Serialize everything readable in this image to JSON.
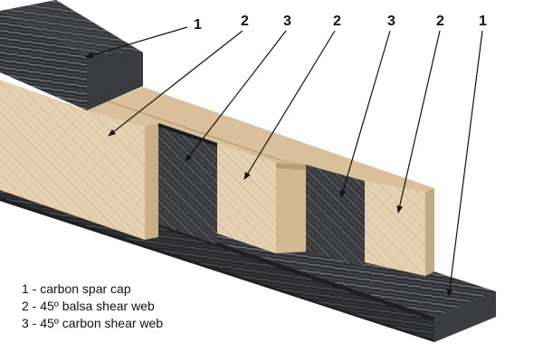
{
  "callouts": [
    {
      "id": "c1",
      "label": "1"
    },
    {
      "id": "c2",
      "label": "2"
    },
    {
      "id": "c3",
      "label": "3"
    },
    {
      "id": "c4",
      "label": "2"
    },
    {
      "id": "c5",
      "label": "3"
    },
    {
      "id": "c6",
      "label": "2"
    },
    {
      "id": "c7",
      "label": "1"
    }
  ],
  "legend": [
    {
      "text": "1 - carbon spar cap"
    },
    {
      "text": "2 - 45º balsa shear web"
    },
    {
      "text": "3 - 45º carbon shear web"
    }
  ],
  "colors": {
    "carbon_dark": "#2b2b2d",
    "carbon_light": "#6e6f73",
    "balsa_light": "#e6d4b6",
    "balsa_dark": "#c8ad84",
    "arrow": "#111111"
  }
}
